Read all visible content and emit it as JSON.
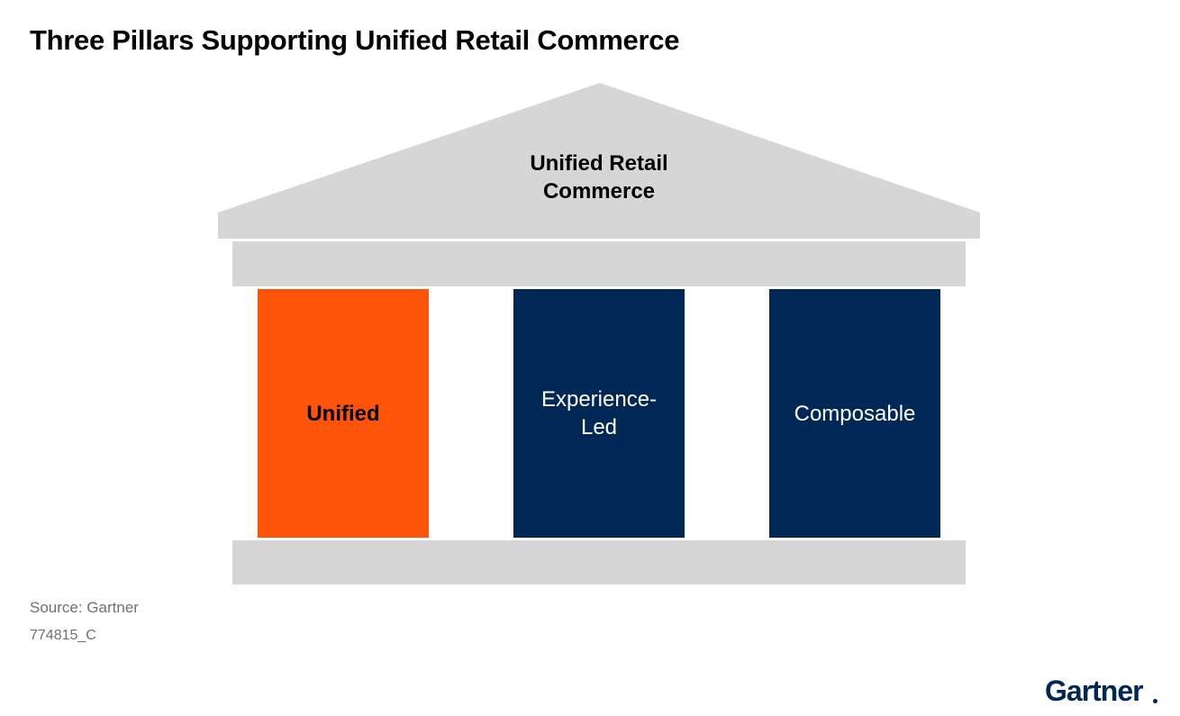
{
  "title": "Three Pillars Supporting Unified Retail Commerce",
  "roof": {
    "label": "Unified Retail Commerce"
  },
  "pillars": [
    {
      "label": "Unified"
    },
    {
      "label": "Experience-Led"
    },
    {
      "label": "Composable"
    }
  ],
  "footer": {
    "source": "Source: Gartner",
    "doc_id": "774815_C"
  },
  "logo": {
    "text": "Gartner"
  },
  "colors": {
    "roof_and_beams": "#d6d6d6",
    "pillar_unified": "#fe5409",
    "pillar_navy": "#002856",
    "logo": "#002856",
    "footer_text": "#707070"
  }
}
